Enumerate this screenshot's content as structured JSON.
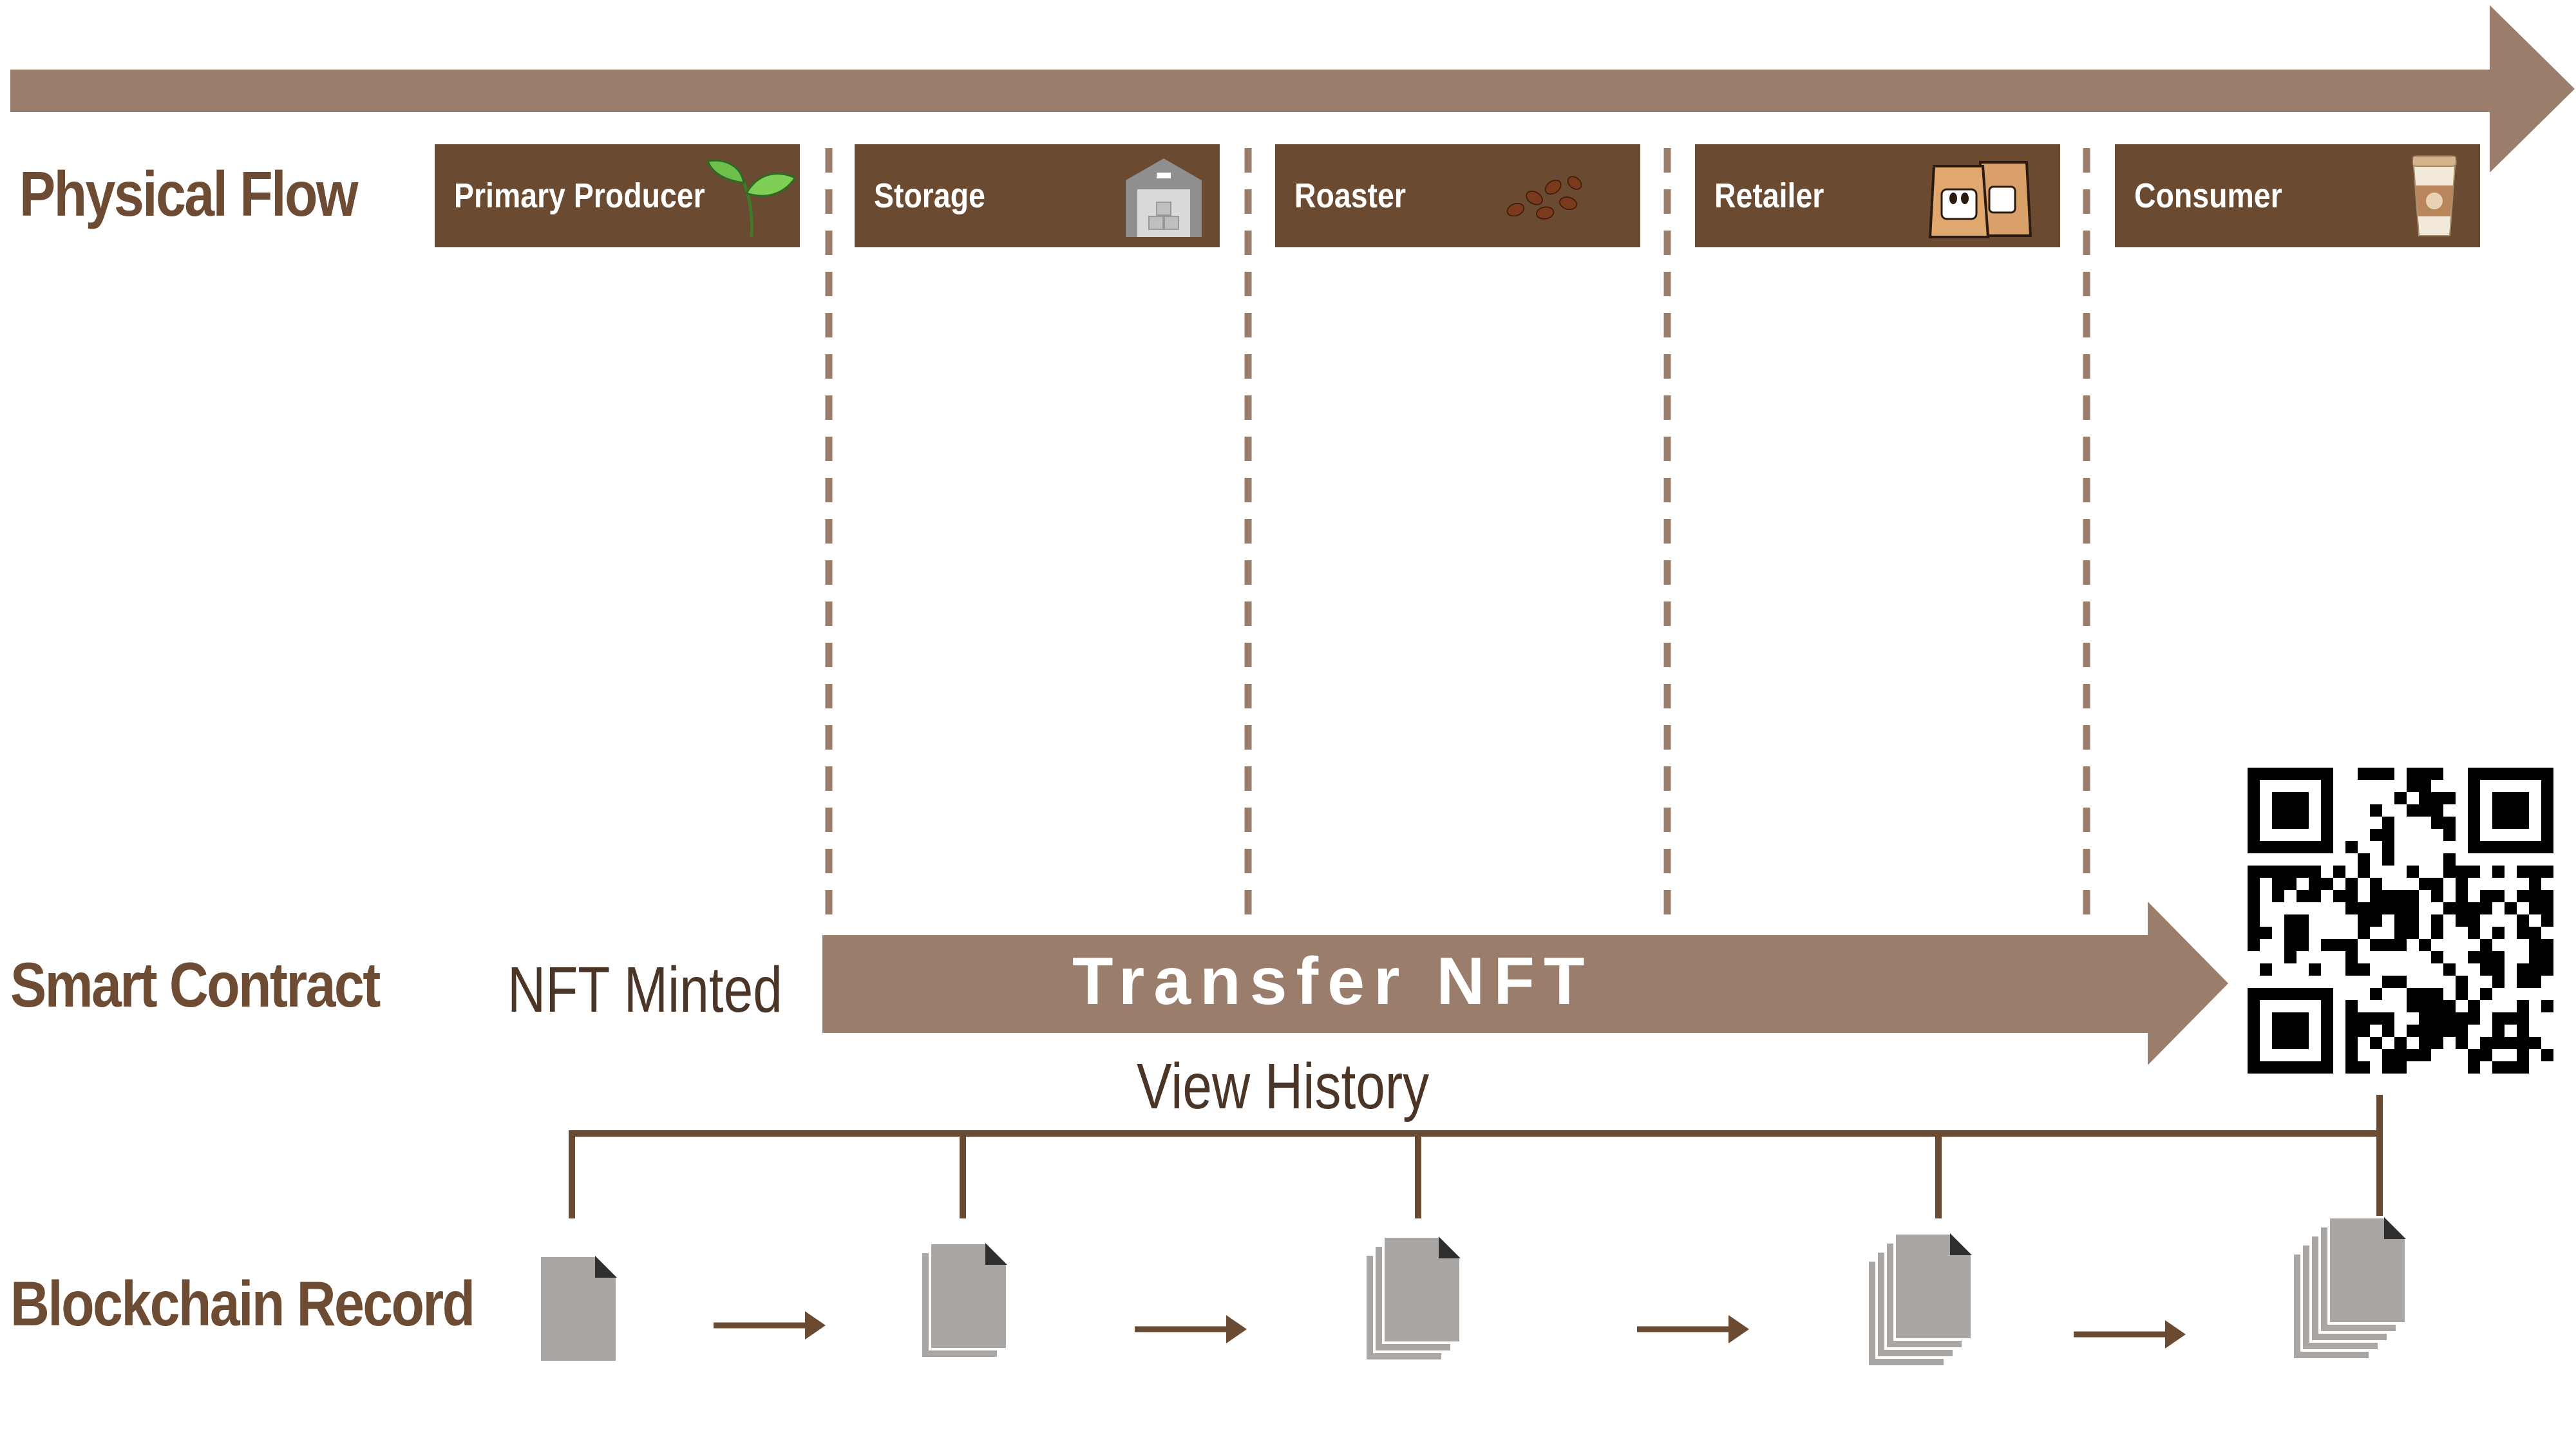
{
  "headings": {
    "physical_flow": "Physical Flow",
    "smart_contract": "Smart Contract",
    "blockchain_record": "Blockchain Record"
  },
  "stages": [
    {
      "label": "Primary Producer",
      "icon": "sprout-icon"
    },
    {
      "label": "Storage",
      "icon": "warehouse-icon"
    },
    {
      "label": "Roaster",
      "icon": "coffee-beans-icon"
    },
    {
      "label": "Retailer",
      "icon": "coffee-bags-icon"
    },
    {
      "label": "Consumer",
      "icon": "coffee-cup-icon"
    }
  ],
  "smart_contract": {
    "minted_label": "NFT Minted",
    "transfer_label": "Transfer NFT",
    "view_history_label": "View History"
  },
  "blockchain_record": {
    "document_stack_counts": [
      1,
      2,
      3,
      4,
      5
    ]
  },
  "qr_code": {
    "icon": "qr-code-icon"
  },
  "colors": {
    "arrow": "#9b7d6b",
    "stage_box": "#6b4a32",
    "heading": "#6d4c33",
    "dashed_line": "#9b7d6b",
    "bracket": "#6b4a32",
    "document": "#a9a6a3",
    "document_fold": "#2f2f2f",
    "small_arrow": "#6b4a32"
  }
}
